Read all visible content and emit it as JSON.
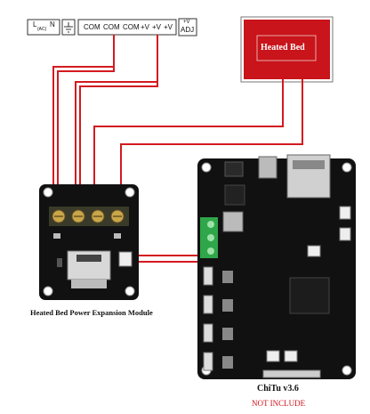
{
  "power_supply": {
    "terminals": [
      "COM",
      "COM",
      "COM",
      "+V",
      "+V",
      "+V"
    ],
    "line_label": "L",
    "neutral_label": "N",
    "line_sub": "(AC)",
    "adj_label_top": "+V",
    "adj_label_bottom": "ADJ"
  },
  "heated_bed": {
    "label": "Heated Bed",
    "color": "#c8141a"
  },
  "module": {
    "caption": "Heated Bed Power Expansion Module"
  },
  "board": {
    "caption": "ChiTu v3.6",
    "note": "NOT INCLUDE",
    "note_color": "#d0121b"
  },
  "wire_color": "#d31a20"
}
